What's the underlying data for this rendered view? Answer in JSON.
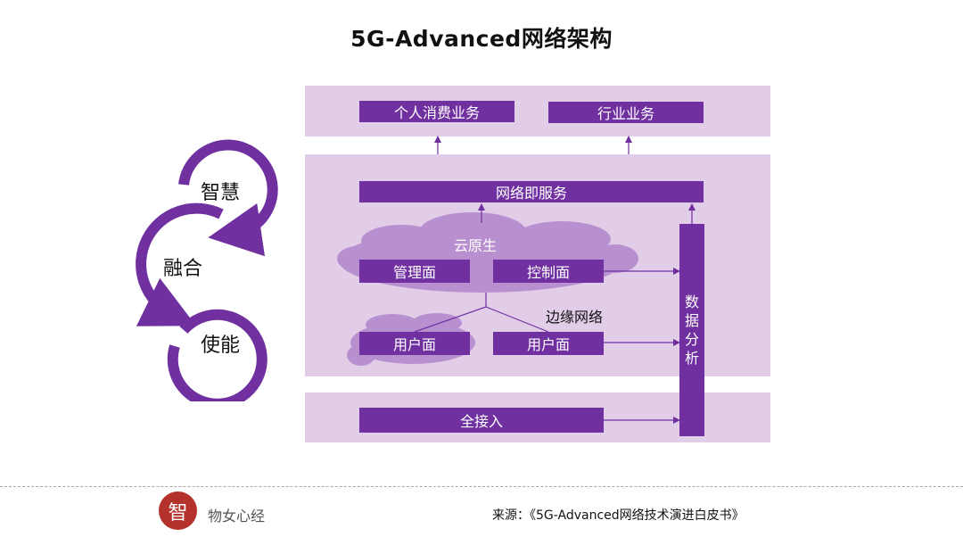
{
  "title": "5G-Advanced网络架构",
  "cycle": {
    "items": [
      "智慧",
      "融合",
      "使能"
    ],
    "color": "#7030a0"
  },
  "architecture": {
    "services": {
      "consumer": "个人消费业务",
      "industry": "行业业务"
    },
    "network_as_service": "网络即服务",
    "cloud_native": "云原生",
    "management_plane": "管理面",
    "control_plane": "控制面",
    "edge_network": "边缘网络",
    "user_plane_left": "用户面",
    "user_plane_right": "用户面",
    "full_access": "全接入",
    "data_analysis": [
      "数",
      "据",
      "分",
      "析"
    ]
  },
  "colors": {
    "accent": "#7030a0",
    "panel": "#e2cde9",
    "cloud": "#b990cf",
    "logo": "#b5312b"
  },
  "footer": {
    "logo_char": "智",
    "brand": "物女心经",
    "source": "来源：《5G-Advanced网络技术演进白皮书》"
  }
}
